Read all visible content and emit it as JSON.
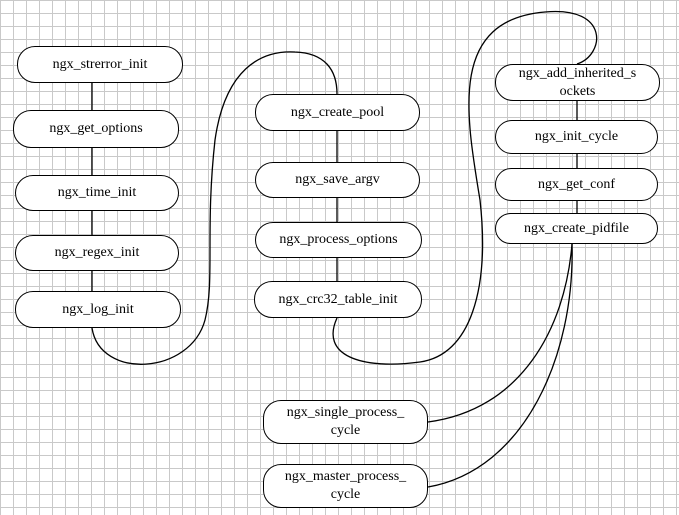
{
  "nodes": {
    "strerror_init": "ngx_strerror_init",
    "get_options": "ngx_get_options",
    "time_init": "ngx_time_init",
    "regex_init": "ngx_regex_init",
    "log_init": "ngx_log_init",
    "create_pool": "ngx_create_pool",
    "save_argv": "ngx_save_argv",
    "process_options": "ngx_process_options",
    "crc32_table_init": "ngx_crc32_table_init",
    "add_inherited_sockets": "ngx_add_inherited_s\nockets",
    "init_cycle": "ngx_init_cycle",
    "get_conf": "ngx_get_conf",
    "create_pidfile": "ngx_create_pidfile",
    "single_process_cycle": "ngx_single_process_\ncycle",
    "master_process_cycle": "ngx_master_process_\ncycle"
  }
}
